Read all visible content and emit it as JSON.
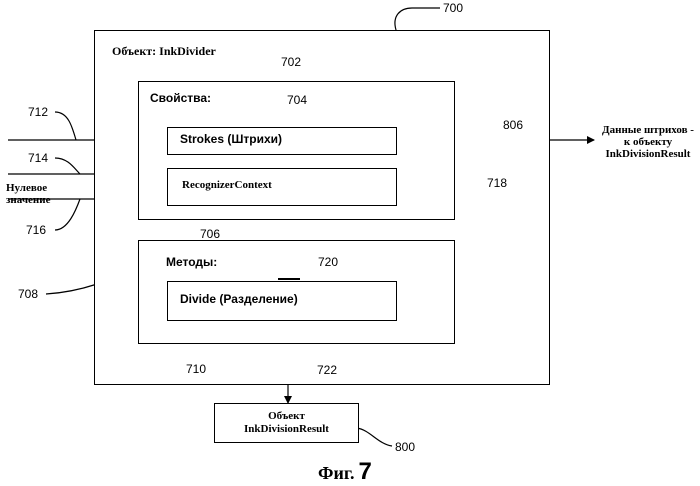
{
  "outer_object": {
    "title": "Объект: InkDivider",
    "ref": "700"
  },
  "properties_group": {
    "title": "Свойства:",
    "ref": "702"
  },
  "strokes_box": {
    "label": "Strokes (Штрихи)",
    "ref": "704"
  },
  "recognizer_box": {
    "label": "RecognizerContext",
    "ref": "706"
  },
  "methods_group": {
    "title": "Методы:",
    "ref": "708"
  },
  "divide_box": {
    "label": "Divide (Разделение)",
    "ref": "710"
  },
  "result_box": {
    "line1": "Объект",
    "line2": "InkDivisionResult",
    "ref": "800"
  },
  "output_label": {
    "line1": "Данные штрихов -",
    "line2": "к объекту",
    "line3": "InkDivisionResult",
    "ref": "806"
  },
  "null_label": {
    "line1": "Нулевое",
    "line2": "значение"
  },
  "refs": {
    "r712": "712",
    "r714": "714",
    "r716": "716",
    "r718": "718",
    "r720": "720",
    "r722": "722"
  },
  "caption": {
    "prefix": "Фиг.",
    "number": "7"
  }
}
